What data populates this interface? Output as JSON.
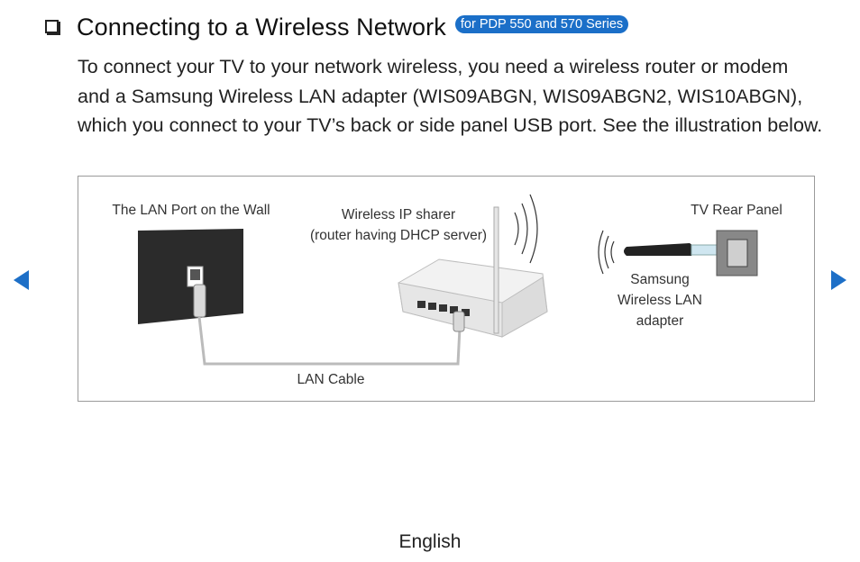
{
  "heading": {
    "title": "Connecting to a Wireless Network",
    "badge": "for PDP 550 and 570 Series"
  },
  "body_text": "To connect your TV to your network wireless, you need a wireless router or modem and a Samsung Wireless LAN adapter (WIS09ABGN, WIS09ABGN2, WIS10ABGN), which you connect to your TV’s back or side panel USB port. See the illustration below.",
  "figure": {
    "lan_port_label": "The LAN Port on the Wall",
    "router_label_line1": "Wireless IP sharer",
    "router_label_line2": "(router having DHCP server)",
    "tv_panel_label": "TV Rear Panel",
    "adapter_label_line1": "Samsung",
    "adapter_label_line2": "Wireless LAN",
    "adapter_label_line3": "adapter",
    "cable_label": "LAN Cable"
  },
  "footer": {
    "language": "English"
  },
  "icons": {
    "prev": "left-triangle-icon",
    "next": "right-triangle-icon",
    "checkbox": "checkbox-icon"
  },
  "colors": {
    "accent": "#1b6fc8"
  }
}
